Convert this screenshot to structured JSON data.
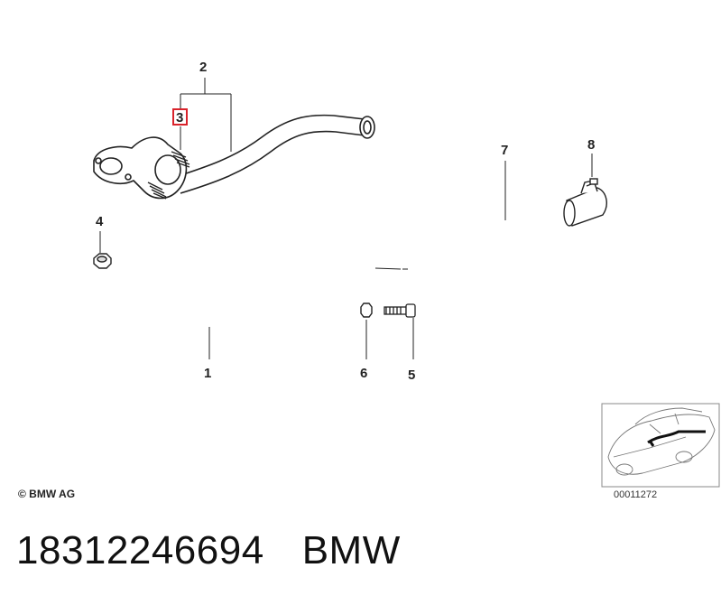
{
  "callouts": [
    "1",
    "2",
    "3",
    "4",
    "5",
    "6",
    "7",
    "8"
  ],
  "highlighted_callout": "3",
  "copyright": "© BMW AG",
  "thumbnail_id": "00011272",
  "footer": {
    "part_number": "18312246694",
    "brand": "BMW"
  },
  "colors": {
    "highlight": "#d9232b",
    "line": "#222222",
    "background": "#ffffff"
  }
}
